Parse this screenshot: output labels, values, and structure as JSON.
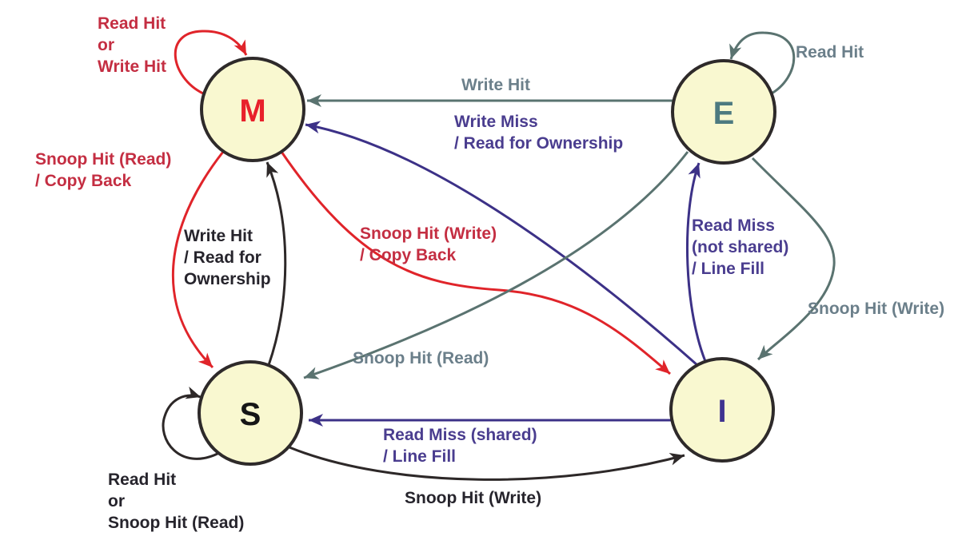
{
  "colors": {
    "state_fill": "#f9f8d0",
    "state_border": "#2e2a2a",
    "red_arrow": "#e0242a",
    "red_text": "#c42e42",
    "slate_arrow": "#5a7370",
    "slate_text": "#6b7f8a",
    "purple_arrow": "#3c3187",
    "purple_text": "#4a3d8f",
    "black_arrow": "#2d2828",
    "black_text": "#26242c"
  },
  "states": [
    {
      "id": "M",
      "label": "M",
      "letter_color": "#e8212b"
    },
    {
      "id": "E",
      "label": "E",
      "letter_color": "#4d7a80"
    },
    {
      "id": "S",
      "label": "S",
      "letter_color": "#161616"
    },
    {
      "id": "I",
      "label": "I",
      "letter_color": "#3f3390"
    }
  ],
  "transitions": [
    {
      "from": "M",
      "to": "M",
      "color": "red",
      "label_lines": [
        "Read Hit",
        "or",
        "Write Hit"
      ]
    },
    {
      "from": "E",
      "to": "E",
      "color": "slate",
      "label_lines": [
        "Read Hit"
      ]
    },
    {
      "from": "E",
      "to": "M",
      "color": "slate",
      "label_lines": [
        "Write Hit"
      ]
    },
    {
      "from": "I",
      "to": "M",
      "color": "purple",
      "label_lines": [
        "Write Miss",
        "/ Read for Ownership"
      ]
    },
    {
      "from": "M",
      "to": "S",
      "color": "red",
      "label_lines": [
        "Snoop Hit (Read)",
        "/ Copy Back"
      ]
    },
    {
      "from": "S",
      "to": "M",
      "color": "black",
      "label_lines": [
        "Write Hit",
        "/ Read for",
        "Ownership"
      ]
    },
    {
      "from": "M",
      "to": "I",
      "color": "red",
      "label_lines": [
        "Snoop Hit (Write)",
        "/ Copy Back"
      ]
    },
    {
      "from": "E",
      "to": "S",
      "color": "slate",
      "label_lines": [
        "Snoop Hit (Read)"
      ]
    },
    {
      "from": "I",
      "to": "E",
      "color": "purple",
      "label_lines": [
        "Read Miss",
        "(not shared)",
        "/ Line Fill"
      ]
    },
    {
      "from": "E",
      "to": "I",
      "color": "slate",
      "label_lines": [
        "Snoop Hit (Write)"
      ]
    },
    {
      "from": "I",
      "to": "S",
      "color": "purple",
      "label_lines": [
        "Read Miss (shared)",
        "/ Line Fill"
      ]
    },
    {
      "from": "S",
      "to": "I",
      "color": "black",
      "label_lines": [
        "Snoop Hit (Write)"
      ]
    },
    {
      "from": "S",
      "to": "S",
      "color": "black",
      "label_lines": [
        "Read Hit",
        "or",
        "Snoop Hit (Read)"
      ]
    }
  ]
}
